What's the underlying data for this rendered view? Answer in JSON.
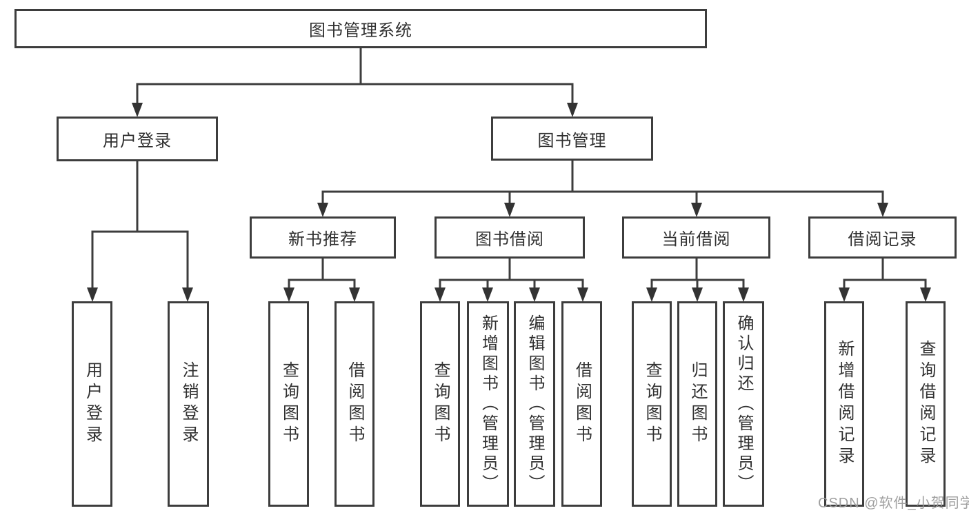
{
  "colors": {
    "background": "#ffffff",
    "line": "#3d3d3d",
    "box_border": "#3d3d3d",
    "text": "#303030",
    "arrowhead": "#333333",
    "watermark": "#9a9a9a"
  },
  "tree": {
    "label": "图书管理系统",
    "children": [
      {
        "label": "用户登录",
        "children": [
          {
            "label": "用户登录"
          },
          {
            "label": "注销登录"
          }
        ]
      },
      {
        "label": "图书管理",
        "children": [
          {
            "label": "新书推荐",
            "children": [
              {
                "label": "查询图书"
              },
              {
                "label": "借阅图书"
              }
            ]
          },
          {
            "label": "图书借阅",
            "children": [
              {
                "label": "查询图书"
              },
              {
                "label": "新增图书（管理员）"
              },
              {
                "label": "编辑图书（管理员）"
              },
              {
                "label": "借阅图书"
              }
            ]
          },
          {
            "label": "当前借阅",
            "children": [
              {
                "label": "查询图书"
              },
              {
                "label": "归还图书"
              },
              {
                "label": "确认归还（管理员）"
              }
            ]
          },
          {
            "label": "借阅记录",
            "children": [
              {
                "label": "新增借阅记录"
              },
              {
                "label": "查询借阅记录"
              }
            ]
          }
        ]
      }
    ]
  },
  "watermark": {
    "text": "CSDN @软件_小贺同学"
  }
}
